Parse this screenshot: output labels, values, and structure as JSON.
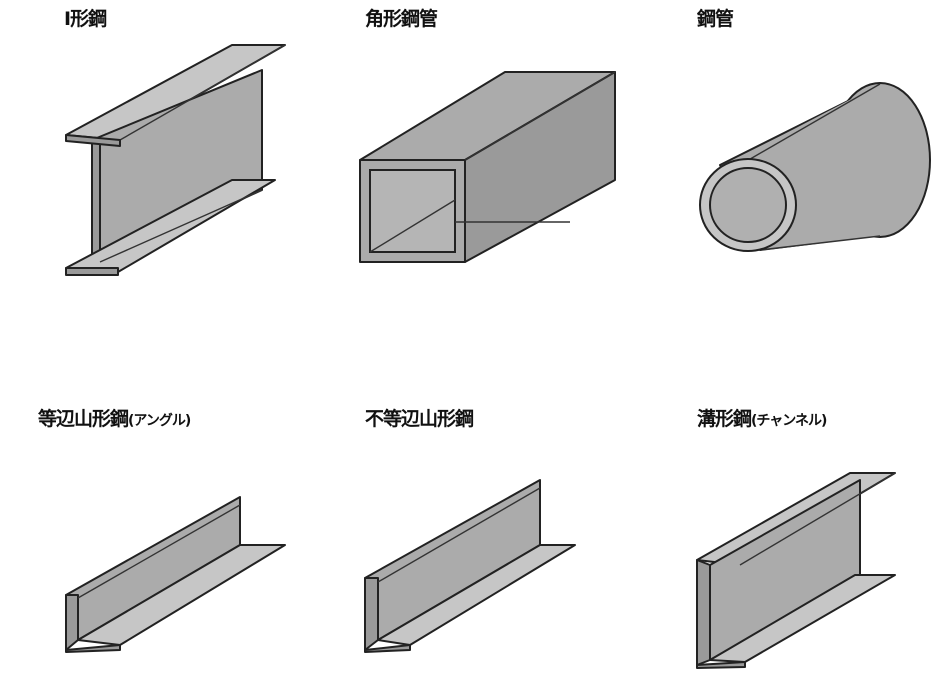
{
  "items": [
    {
      "name": "I形鋼",
      "suffix": ""
    },
    {
      "name": "角形鋼管",
      "suffix": ""
    },
    {
      "name": "鋼管",
      "suffix": ""
    },
    {
      "name": "等辺山形鋼",
      "suffix": "(アングル)"
    },
    {
      "name": "不等辺山形鋼",
      "suffix": ""
    },
    {
      "name": "溝形鋼",
      "suffix": "(チャンネル)"
    }
  ],
  "colors": {
    "steel": "#ababab",
    "outline": "#222222"
  }
}
